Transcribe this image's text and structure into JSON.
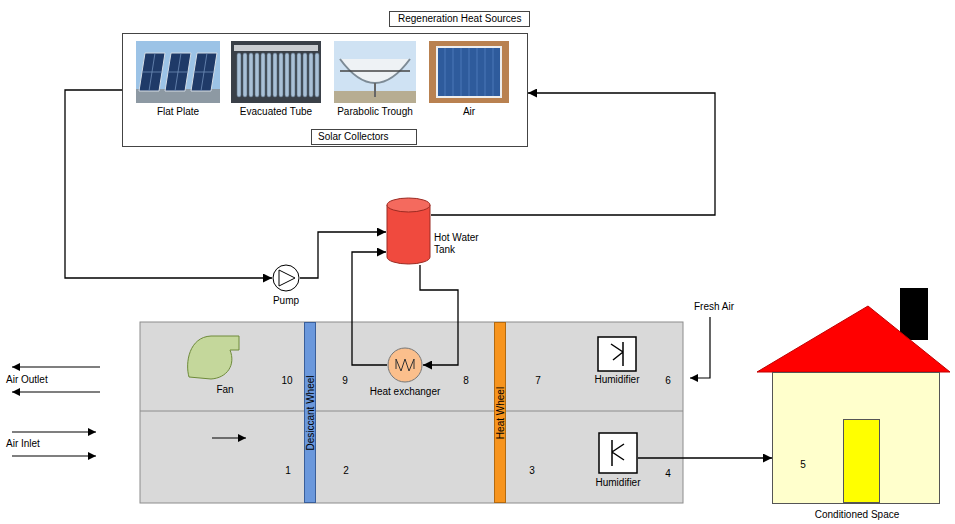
{
  "diagram": {
    "nodes": [
      {
        "text": [
          "Regeneration Heat Sources"
        ]
      },
      {
        "text": [
          "Flat Plate"
        ],
        "in": 0
      },
      {
        "text": [
          "Evacuated Tube"
        ],
        "in": 0
      },
      {
        "text": [
          "Parabolic Trough"
        ],
        "in": 0
      },
      {
        "text": [
          "Air"
        ],
        "in": 0
      },
      {
        "text": [
          "Solar Collectors"
        ],
        "in": 0
      },
      {
        "text": [
          "Hot Water Tank"
        ]
      },
      {
        "text": [
          "Pump"
        ]
      },
      {
        "text": [
          "Fan"
        ]
      },
      {
        "text": [
          "Desiccant Wheel"
        ]
      },
      {
        "text": [
          "Heat exchanger"
        ]
      },
      {
        "text": [
          "Heat Wheel"
        ]
      },
      {
        "text": [
          "Humidifier"
        ]
      },
      {
        "text": [
          "Humidifier"
        ]
      },
      {
        "text": [
          "Conditioned Space"
        ]
      }
    ],
    "edges": [
      {
        "from": 0,
        "to": 7,
        "arrow": "to"
      },
      {
        "from": 7,
        "to": 6,
        "arrow": "to"
      },
      {
        "from": 6,
        "to": 0,
        "arrow": "to"
      },
      {
        "from": 10,
        "to": 6,
        "arrow": "to"
      },
      {
        "from": 6,
        "to": 10,
        "arrow": "to"
      },
      {
        "from": 13,
        "to": 14,
        "arrow": "to"
      }
    ],
    "labels": [
      "Fresh Air",
      "Air Outlet",
      "10",
      "9",
      "8",
      "7",
      "6",
      "Air Inlet",
      "1",
      "2",
      "3",
      "4",
      "5"
    ]
  }
}
